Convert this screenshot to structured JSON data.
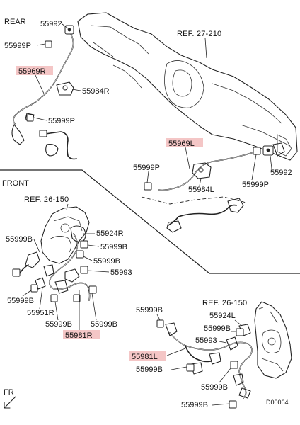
{
  "views": {
    "rear": {
      "title": "REAR"
    },
    "front": {
      "title": "FRONT"
    }
  },
  "references": {
    "rear_axle": "REF. 27-210",
    "front_left_knuckle": "REF. 26-150",
    "front_right_knuckle": "REF. 26-150"
  },
  "callouts": {
    "rear_top_sensor": "55992",
    "rear_top_bolt": "55999P",
    "rear_harness_r": "55969R",
    "rear_bracket_r": "55984R",
    "rear_mid_bolt": "55999P",
    "rear_harness_l": "55969L",
    "rear_left_bolt": "55999P",
    "rear_right_sensor": "55992",
    "rear_bracket_l": "55984L",
    "rear_right_bolt": "55999P",
    "fl_clamp": "55924R",
    "fl_bolt_top": "55999B",
    "fl_bolt_mid": "55999B",
    "fl_bolt_left": "55999B",
    "fl_sensor": "55993",
    "fl_bolt_lower_left": "55999B",
    "fl_bracket": "55951R",
    "fl_bolt_bottom": "55999B",
    "fl_bolt_bottom_right": "55999B",
    "fl_harness": "55981R",
    "fr_bolt_top": "55999B",
    "fr_clamp": "55924L",
    "fr_bolt_mid": "55999B",
    "fr_sensor": "55993",
    "fr_harness": "55981L",
    "fr_bolt_left": "55999B",
    "fr_bolt_lower": "55999B",
    "fr_bolt_bottom": "55999B"
  },
  "footer": {
    "direction": "FR",
    "drawing_code": "D00064"
  }
}
